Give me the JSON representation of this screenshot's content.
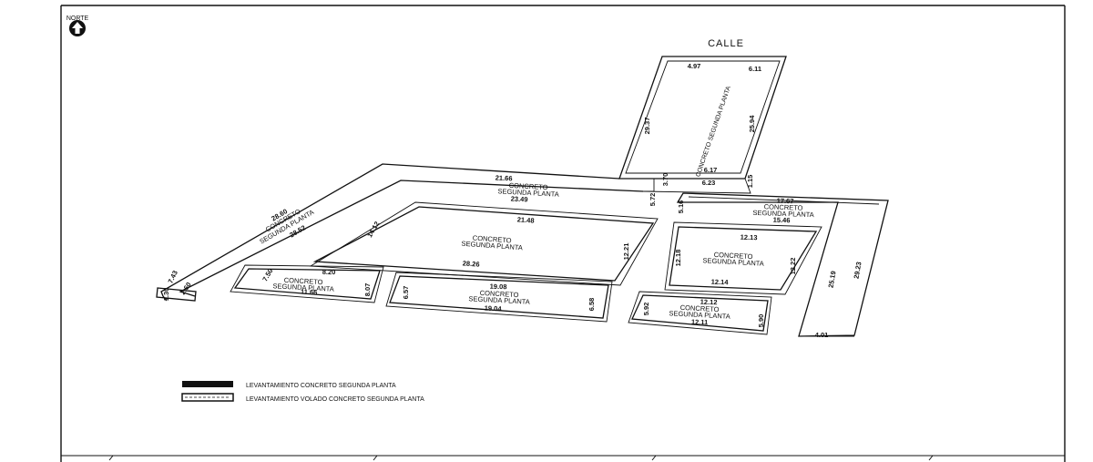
{
  "north_label": "NORTE",
  "street_label": "CALLE",
  "strip_label": "CONCRETO SEGUNDA PLANTA",
  "blocks": {
    "a_top": "CONCRETO",
    "a_bottom": "SEGUNDA PLANTA",
    "b_top": "CONCRETO",
    "b_bottom": "SEGUNDA PLANTA",
    "c_top": "CONCRETO",
    "c_bottom": "SEGUNDA PLANTA",
    "d_top": "CONCRETO",
    "d_bottom": "SEGUNDA PLANTA",
    "e_top": "CONCRETO",
    "e_bottom": "SEGUNDA PLANTA",
    "f_top": "CONCRETO",
    "f_bottom": "SEGUNDA PLANTA",
    "g_top": "CONCRETO",
    "g_bottom": "SEGUNDA PLANTA",
    "h_top": "CONCRETO",
    "h_bottom": "SEGUNDA PLANTA",
    "i_top": "CONCRETO",
    "i_bottom": "SEGUNDA PLANTA"
  },
  "dims": {
    "d497": "4.97",
    "d611": "6.11",
    "d2937": "29.37",
    "d2594": "25.94",
    "d617": "6.17",
    "d623": "6.23",
    "d370": "3.70",
    "d115": "1.15",
    "d2166": "21.66",
    "d2349": "23.49",
    "d572": "5.72",
    "d1767": "17.67",
    "d516": "5.16",
    "d1546": "15.46",
    "d2860": "28.60",
    "d2852": "28.52",
    "d2148": "21.48",
    "d1412": "14.12",
    "d1221": "12.21",
    "d2826": "28.26",
    "d1213": "12.13",
    "d1218": "12.18",
    "d1222": "12.22",
    "d1214": "12.14",
    "d2519": "25.19",
    "d2923": "29.23",
    "d401": "4.01",
    "d743": "7.43",
    "d260": "2.60",
    "d130": "1.30",
    "d820": "8.20",
    "d750": "7.50",
    "d807": "8.07",
    "d1166": "11.66",
    "d1908": "19.08",
    "d657": "6.57",
    "d658": "6.58",
    "d1904": "19.04",
    "d1212": "12.12",
    "d592": "5.92",
    "d590": "5.90",
    "d1211": "12.11"
  },
  "legend": {
    "solid_label": "LEVANTAMIENTO CONCRETO SEGUNDA PLANTA",
    "hatched_label": "LEVANTAMIENTO VOLADO CONCRETO SEGUNDA PLANTA"
  }
}
